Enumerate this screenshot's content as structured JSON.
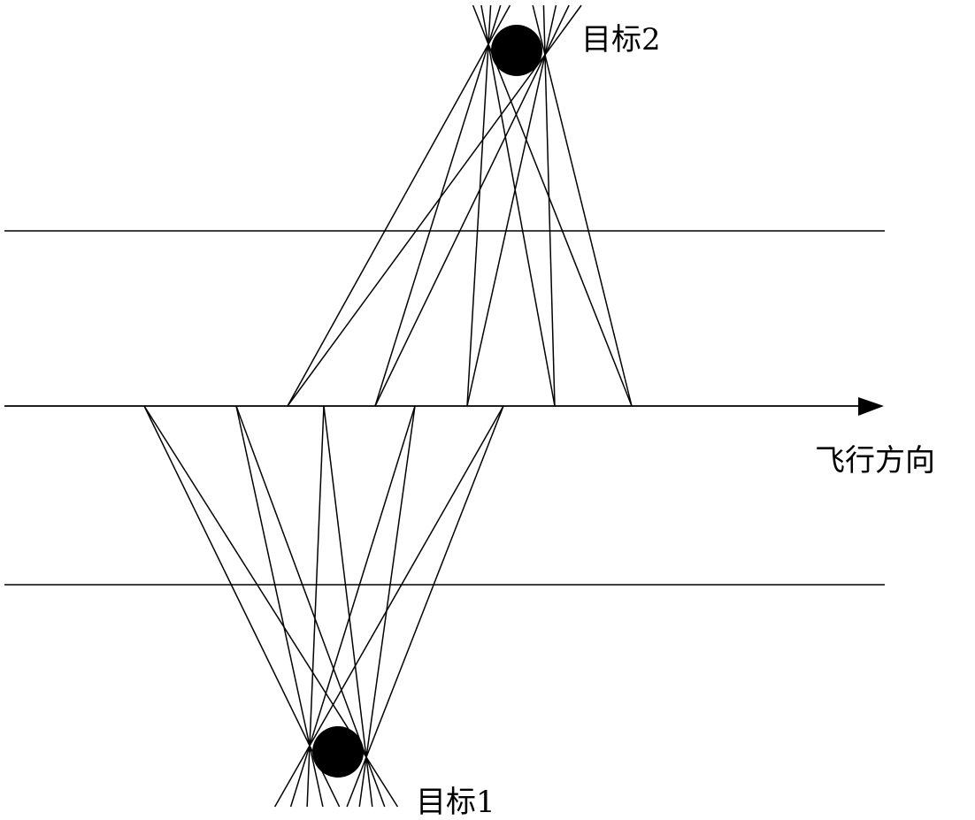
{
  "labels": {
    "target2": "目标2",
    "target1": "目标1",
    "direction": "飞行方向"
  },
  "colors": {
    "ink": "#000000",
    "background": "#ffffff"
  }
}
